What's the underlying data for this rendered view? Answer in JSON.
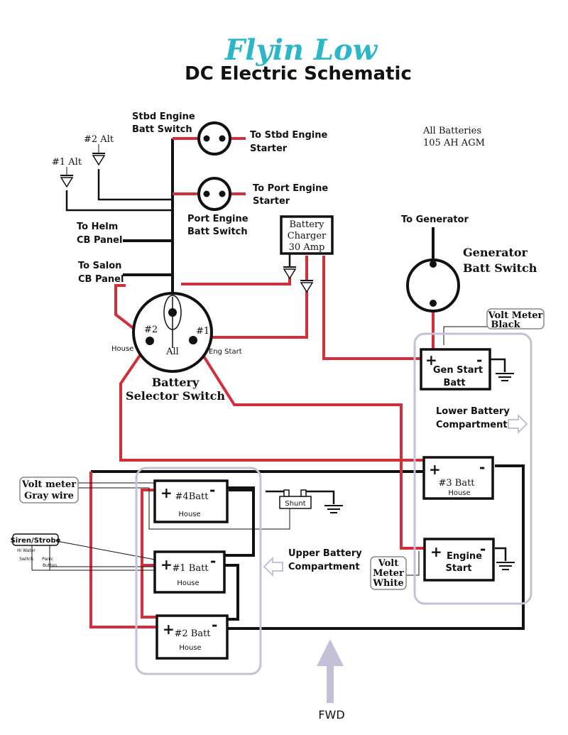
{
  "header": {
    "brand": "Flyin Low",
    "title": "DC Electric Schematic"
  },
  "note": {
    "line1": "All Batteries",
    "line2": "105 AH AGM"
  },
  "switches": {
    "stbd": {
      "label1": "Stbd Engine",
      "label2": "Batt Switch",
      "to1": "To Stbd Engine",
      "to2": "Starter"
    },
    "port": {
      "label1": "Port Engine",
      "label2": "Batt Switch",
      "to1": "To Port Engine",
      "to2": "Starter"
    },
    "generator": {
      "to": "To Generator",
      "label1": "Generator",
      "label2": "Batt Switch"
    }
  },
  "alternators": {
    "alt1": "#1 Alt",
    "alt2": "#2 Alt"
  },
  "panels": {
    "helm1": "To Helm",
    "helm2": "CB Panel",
    "salon1": "To Salon",
    "salon2": "CB Panel"
  },
  "charger": {
    "line1": "Battery",
    "line2": "Charger",
    "line3": "30 Amp"
  },
  "selector": {
    "pos2": "#2",
    "pos1": "#1",
    "all": "All",
    "house": "House",
    "eng_start": "Eng Start",
    "label1": "Battery",
    "label2": "Selector Switch"
  },
  "volt_meter_black": {
    "line1": "Volt Meter",
    "line2": "Black"
  },
  "volt_meter_gray": {
    "line1": "Volt meter",
    "line2": "Gray wire"
  },
  "volt_meter_white": {
    "line1": "Volt",
    "line2": "Meter",
    "line3": "White"
  },
  "batteries": {
    "gen": {
      "name1": "Gen Start",
      "name2": "Batt"
    },
    "b3": {
      "name": "#3 Batt",
      "sub": "House"
    },
    "engine": {
      "name1": "Engine",
      "name2": "Start"
    },
    "b4": {
      "name": "#4Batt",
      "sub": "House"
    },
    "b1": {
      "name": "#1 Batt",
      "sub": "House"
    },
    "b2": {
      "name": "#2 Batt",
      "sub": "House"
    }
  },
  "polarity": {
    "plus": "+",
    "minus": "-"
  },
  "shunt": "Shunt",
  "siren": {
    "title": "Siren/Strobe",
    "hi1": "Hi Water",
    "hi2": "Switch",
    "panic1": "Panic",
    "panic2": "Button"
  },
  "compartments": {
    "lower1": "Lower Battery",
    "lower2": "Compartment",
    "upper1": "Upper Battery",
    "upper2": "Compartment"
  },
  "fwd": "FWD",
  "colors": {
    "wire_positive": "#d32f3a",
    "wire_negative": "#111111",
    "compartment": "#c4c0d8",
    "brand": "#2bb6c9"
  }
}
